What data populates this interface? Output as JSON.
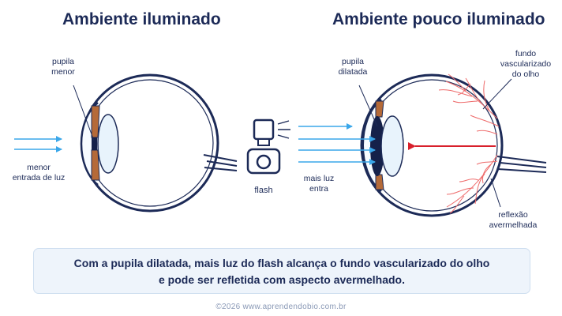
{
  "titles": {
    "left": "Ambiente iluminado",
    "right": "Ambiente pouco iluminado"
  },
  "labels": {
    "left_pupil": [
      "pupila",
      "menor"
    ],
    "left_light": [
      "menor",
      "entrada de luz"
    ],
    "flash": "flash",
    "right_pupil": [
      "pupila",
      "dilatada"
    ],
    "right_light": [
      "mais luz",
      "entra"
    ],
    "fundus": [
      "fundo",
      "vascularizado",
      "do olho"
    ],
    "reflection": [
      "reflexão",
      "avermelhada"
    ]
  },
  "caption": [
    "Com a pupila dilatada, mais luz do flash alcança o fundo vascularizado do olho",
    "e pode ser refletida com aspecto avermelhado."
  ],
  "footer": "©2026 www.aprendendobio.com.br",
  "colors": {
    "navy": "#1c2a57",
    "light_ray": "#3aa7ea",
    "iris": "#b56a38",
    "reflex": "#d8202c",
    "vessels": "#ee6b6b",
    "caption_bg": "#eef4fb"
  }
}
